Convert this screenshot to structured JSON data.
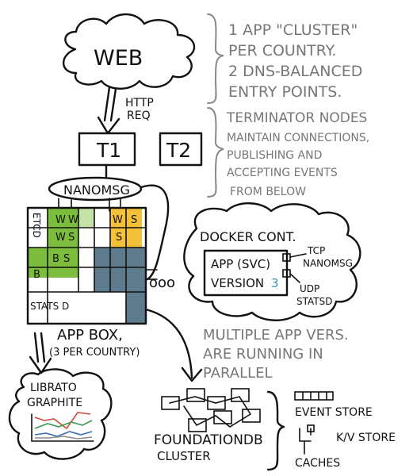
{
  "colors": {
    "green": "#7cbd3c",
    "yellow": "#f3c03a",
    "steel": "#5d7b8c",
    "ink": "#111111",
    "note_grey": "#777777",
    "chart_red": "#d14a3a",
    "chart_green": "#3c9a4a",
    "chart_blue": "#3a6fb4",
    "chart_grey": "#8a8a8a"
  },
  "web": {
    "label": "WEB"
  },
  "http_req": {
    "line1": "HTTP",
    "line2": "REQ"
  },
  "terminators": {
    "t1": "T1",
    "t2": "T2"
  },
  "nanomsg": {
    "label": "NANOMSG"
  },
  "notes": {
    "cluster": [
      "1 APP \"CLUSTER\"",
      "PER COUNTRY.",
      "2 DNS-BALANCED",
      "ENTRY POINTS."
    ],
    "terminator": [
      "TERMINATOR NODES",
      "MAINTAIN CONNECTIONS,",
      "PUBLISHING AND",
      "ACCEPTING EVENTS",
      "FROM BELOW"
    ],
    "versions": [
      "MULTIPLE APP VERS.",
      "ARE RUNNING IN",
      "PARALLEL"
    ]
  },
  "app_box": {
    "etcd_label": "ETCD",
    "statsd_label": "STATS D",
    "cell_w": "W",
    "cell_s": "S",
    "cell_b": "B",
    "title": "APP BOX,",
    "subtitle": "(3 PER COUNTRY)"
  },
  "docker": {
    "title": "DOCKER CONT.",
    "app_line": "APP (SVC)",
    "version_label": "VERSION",
    "version_number": "3",
    "tcp_line1": "TCP",
    "tcp_line2": "NANOMSG",
    "udp_line1": "UDP",
    "udp_line2": "STATSD",
    "dots": "ooo"
  },
  "librato": {
    "line1": "LIBRATO",
    "line2": "GRAPHITE"
  },
  "foundation": {
    "line1": "FOUNDATIONDB",
    "line2": "CLUSTER"
  },
  "legend": {
    "event_store": "EVENT STORE",
    "kv_store": "K/V STORE",
    "caches": "CACHES"
  }
}
